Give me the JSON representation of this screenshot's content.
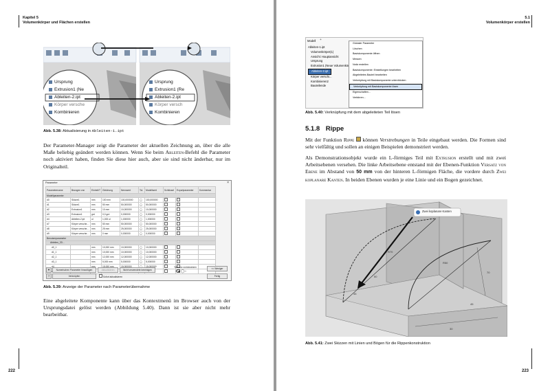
{
  "left_page": {
    "header": {
      "chapter": "Kapitel 5",
      "title": "Volumenkörper und Flächen erstellen"
    },
    "figure_538": {
      "browser_items": [
        "Ursprung",
        "Extrusion1 (Ne",
        "Ableiten-2.ipt",
        "Körper versche",
        "Kombinieren"
      ],
      "browser_items_right": [
        "Ursprung",
        "Extrusion1 (Re",
        "Ableiten-2.ipt",
        "Körper versch",
        "Kombinieren"
      ],
      "caption_label": "Abb. 5.38:",
      "caption_text": "Aktualisierung in",
      "caption_code": "Ableiten-1.ipt"
    },
    "paragraph1_a": "Der Parameter-Manager zeigt die Parameter der aktuellen Zeichnung an, über die alle Maße beliebig geändert werden können. Wenn Sie beim",
    "paragraph1_sc": "Ableiten",
    "paragraph1_b": "-Befehl die Parameter noch aktiviert haben, finden Sie diese hier auch, aber sie sind nicht änderbar, nur im Originalteil.",
    "dialog": {
      "title": "Parameter",
      "columns": [
        "Parametername",
        "Bezogen von",
        "Einheit/T",
        "Gleichung",
        "Nennwert",
        "Tol.",
        "Modellwert",
        "Schlüssel",
        "Exportparameter",
        "Kommentar"
      ],
      "group_model": "Modellparameter",
      "model_rows": [
        [
          "d0",
          "Skizze1",
          "mm",
          "100 mm",
          "100,000000",
          "100,000000"
        ],
        [
          "d1",
          "Skizze1",
          "mm",
          "50 mm",
          "50,000000",
          "50,000000"
        ],
        [
          "d2",
          "Extrusion1",
          "mm",
          "10 mm",
          "10,000000",
          "10,000000"
        ],
        [
          "d3",
          "Extrusion1",
          "grd",
          "0,0 grd",
          "0,000000",
          "0,000000"
        ],
        [
          "d4",
          "Ableiten-2.ipt",
          "ul",
          "1,000 ul",
          "1,000000",
          "1,000000"
        ],
        [
          "d7",
          "Körper versche...",
          "mm",
          "50 mm",
          "50,000000",
          "50,000000"
        ],
        [
          "d8",
          "Körper versche...",
          "mm",
          "25 mm",
          "25,000000",
          "25,000000"
        ],
        [
          "d9",
          "Körper versche...",
          "mm",
          "0 mm",
          "0,000000",
          "0,000000"
        ]
      ],
      "group_user": "Benutzerparameter",
      "group_derived": "Ableiten_2D...",
      "derived_rows": [
        [
          "d0_1",
          "mm",
          "10,000 mm",
          "10,000000",
          "10,000000"
        ],
        [
          "d1_1",
          "mm",
          "10,000 mm",
          "10,000000",
          "10,000000"
        ],
        [
          "d2_1",
          "mm",
          "12,000 mm",
          "12,000000",
          "12,000000"
        ],
        [
          "d3_1",
          "mm",
          "5,000 mm",
          "5,000000",
          "5,000000"
        ],
        [
          "d4",
          "mm",
          "15,000 mm",
          "15,000000",
          "15,000000"
        ],
        [
          "d5_1",
          "grd",
          "0,00 grd",
          "0,000000",
          "0,000000"
        ]
      ],
      "btn_add": "Numerischen Parameter hinzufügen",
      "btn_update": "Aktualisieren",
      "btn_unused": "Nicht verwendete bereinigen",
      "btn_reset": "Toleranz zurücksetzen",
      "btn_less": "<< Weniger",
      "btn_link": "Verknüpfen",
      "btn_immediate": "Sofort aktualisieren",
      "btn_done": "Fertig"
    },
    "caption_539_label": "Abb. 5.39:",
    "caption_539_text": "Anzeige der Parameter nach Parameterübernahme",
    "paragraph2": "Eine abgeleitete Komponente kann über das Kontextmenü im Browser auch von der Ursprungsdatei gelöst werden (Abbildung 5.40). Dann ist sie aber nicht mehr bearbeitbar.",
    "page_number": "222"
  },
  "right_page": {
    "header": {
      "section": "5.1",
      "title": "Volumenkörper erstellen"
    },
    "context_menu": {
      "tab_label": "Modell",
      "browser_items": [
        "Ableiten-1.ipt",
        "Volumenkörper(1)",
        "Ansicht: Hauptansicht",
        "Ursprung",
        "Extrusion1 (Neue Volumenkörp",
        "Ableiten-2.ipt",
        "Körper verschi...",
        "Kombinieren2",
        "Bauteilende"
      ],
      "menu_items": [
        "Globaler Parameter",
        "Löschen",
        "Basiskomponente öffnen",
        "Messen",
        "Notiz erstellen",
        "Basiskomponente: Einstellungen bearbeiten",
        "Abgeleitetes Bauteil bearbeiten",
        "Verknüpfung mit Basiskomponente unterdrücken",
        "Verknüpfung mit Basiskomponente lösen",
        "Eigenschaften...",
        "Verfahren..."
      ]
    },
    "caption_540_label": "Abb. 5.40:",
    "caption_540_text": "Verknüpfung mit dem abgeleiteten Teil lösen",
    "section_number": "5.1.8",
    "section_title": "Rippe",
    "p1_a": "Mit der Funktion",
    "p1_sc": "Rippe",
    "p1_b": "können",
    "p1_em": "Verstrebungen",
    "p1_c": "in Teile eingebaut werden. Die Formen sind sehr vielfältig und sollen an einigen Beispielen demonstriert werden.",
    "p2_a": "Als Demonstrationsobjekt wurde ein L-förmiges Teil mit",
    "p2_sc1": "Extrusion",
    "p2_b": "erstellt und mit zwei Arbeitsebenen versehen. Die linke Arbeitsebene entstand mit der Ebenen-Funktion",
    "p2_sc2": "Versatz von Ebene",
    "p2_c": "im Abstand von",
    "p2_strong": "50 mm",
    "p2_d": "von der hinteren L-förmigen Fläche, die vordere durch",
    "p2_sc3": "Zwei koplanare Kanten",
    "p2_e": ". In beiden Ebenen wurden je eine Linie und ein Bogen gezeichnet.",
    "tooltip": "Zwei koplanare Kanten",
    "dimensions": [
      "R70",
      "50",
      "45",
      "30",
      "45",
      "70",
      "R50"
    ],
    "caption_541_label": "Abb. 5.41:",
    "caption_541_text": "Zwei Skizzen mit Linien und Bögen für die Rippenkonstruktion",
    "page_number": "223"
  }
}
